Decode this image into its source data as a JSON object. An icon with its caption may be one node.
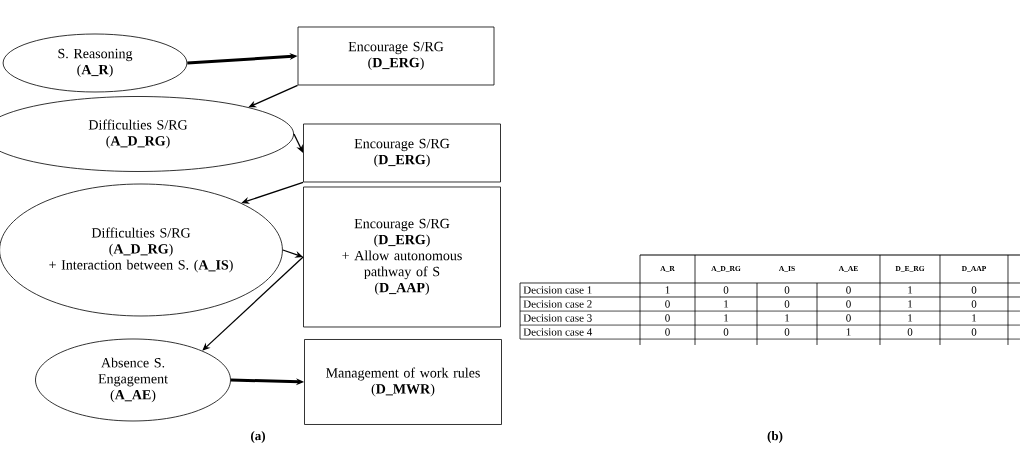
{
  "diagram": {
    "nodes": [
      {
        "text": [
          "S. Reasoning",
          "(**A_R**)"
        ]
      },
      {
        "text": [
          "Encourage S/RG",
          "(**D_ERG**)"
        ]
      },
      {
        "text": [
          "Difficulties S/RG",
          "(**A_D_RG**)"
        ]
      },
      {
        "text": [
          "Encourage S/RG",
          "(**D_ERG**)"
        ]
      },
      {
        "text": [
          "Difficulties S/RG",
          "(**A_D_RG**)",
          "+ Interaction between S. (**A_IS**)"
        ]
      },
      {
        "text": [
          "Encourage S/RG",
          "(**D_ERG**)",
          "+ Allow autonomous pathway of S",
          "(**D_AAP**)"
        ]
      },
      {
        "text": [
          "Absence S. Engagement",
          "(**A_AE**)"
        ]
      },
      {
        "text": [
          "Management of work rules",
          "(**D_MWR**)"
        ]
      }
    ],
    "edges": [
      {
        "from": 0,
        "to": 1,
        "arrow": "to",
        "style": "thick"
      },
      {
        "from": 1,
        "to": 2,
        "arrow": "to"
      },
      {
        "from": 2,
        "to": 3,
        "arrow": "to"
      },
      {
        "from": 3,
        "to": 4,
        "arrow": "to"
      },
      {
        "from": 4,
        "to": 5,
        "arrow": "to"
      },
      {
        "from": 5,
        "to": 6,
        "arrow": "to"
      },
      {
        "from": 6,
        "to": 7,
        "arrow": "to",
        "style": "thick"
      }
    ],
    "labels": [
      "A_R",
      "A_D_RG",
      "A_IS",
      "A_AE",
      "D_E_RG",
      "D_AAP",
      "Decision case 1",
      "1",
      "0",
      "0",
      "0",
      "1",
      "0",
      "Decision case 2",
      "0",
      "1",
      "0",
      "0",
      "1",
      "0",
      "Decision case 3",
      "0",
      "1",
      "1",
      "0",
      "1",
      "1",
      "Decision case 4",
      "0",
      "0",
      "0",
      "1",
      "0",
      "0",
      "(a)",
      "(b)"
    ]
  }
}
